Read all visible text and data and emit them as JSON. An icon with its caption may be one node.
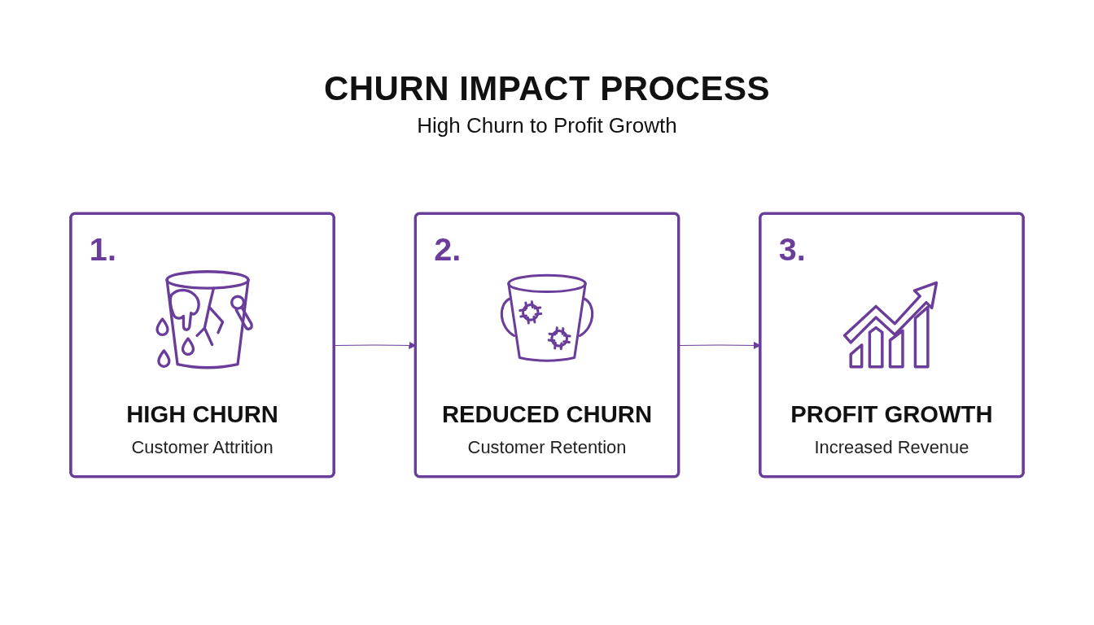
{
  "diagram": {
    "title": "CHURN IMPACT PROCESS",
    "nodes": [
      {
        "text": [
          "1.",
          "HIGH CHURN",
          "Customer Attrition"
        ]
      },
      {
        "text": [
          "2.",
          "REDUCED CHURN",
          "Customer Retention"
        ]
      },
      {
        "text": [
          "3.",
          "PROFIT GROWTH",
          "Increased Revenue"
        ]
      }
    ],
    "edges": [
      {
        "from": 0,
        "to": 1,
        "arrow": "to"
      },
      {
        "from": 1,
        "to": 2,
        "arrow": "to"
      }
    ],
    "labels": [
      "High Churn to Profit Growth"
    ]
  }
}
